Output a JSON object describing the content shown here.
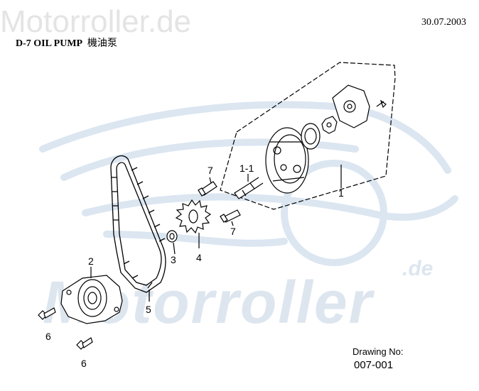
{
  "watermark": {
    "top": "Motorroller.de",
    "bottom": "Motorroller",
    "domain_suffix": ".de"
  },
  "header": {
    "date": "30.07.2003",
    "title": "D-7 OIL PUMP",
    "title_cn": "機油泵"
  },
  "drawing": {
    "label": "Drawing No:",
    "number": "007-001"
  },
  "callouts": [
    "1",
    "1-1",
    "2",
    "3",
    "4",
    "5",
    "6",
    "6",
    "7",
    "7"
  ],
  "colors": {
    "line": "#000000",
    "watermark_grey": "#e4e4e4",
    "watermark_blue": "#dde6ef"
  }
}
